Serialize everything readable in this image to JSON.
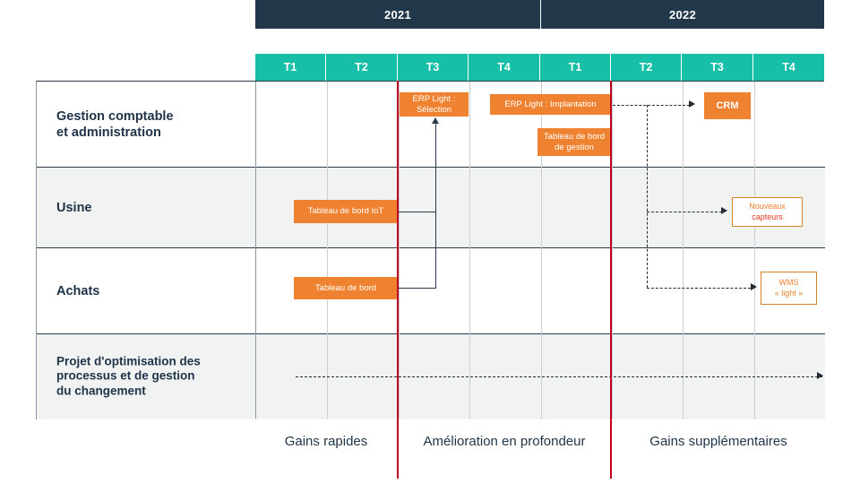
{
  "timeline": {
    "years": [
      {
        "label": "2021",
        "quarters": [
          "T1",
          "T2",
          "T3",
          "T4"
        ]
      },
      {
        "label": "2022",
        "quarters": [
          "T1",
          "T2",
          "T3",
          "T4"
        ]
      }
    ]
  },
  "rows": [
    {
      "label": "Gestion comptable\net administration"
    },
    {
      "label": "Usine"
    },
    {
      "label": "Achats"
    },
    {
      "label": "Projet d'optimisation des\nprocessus et de gestion\ndu changement"
    }
  ],
  "items": [
    {
      "label": "ERP Light :\nSélection",
      "row": 0,
      "style": "filled"
    },
    {
      "label": "ERP Light : Implantation",
      "row": 0,
      "style": "filled"
    },
    {
      "label": "Tableau de bord\nde gestion",
      "row": 0,
      "style": "filled"
    },
    {
      "label": "CRM",
      "row": 0,
      "style": "filled-bold"
    },
    {
      "label": "Tableau de bord IoT",
      "row": 1,
      "style": "filled"
    },
    {
      "label_line1": "Nouveaux",
      "label_line2": "capteurs",
      "row": 1,
      "style": "outlined"
    },
    {
      "label": "Tableau de bord",
      "row": 2,
      "style": "filled"
    },
    {
      "label_line1": "WMS",
      "label_line2": "« light »",
      "row": 2,
      "style": "outlined"
    }
  ],
  "captions": [
    "Gains rapides",
    "Amélioration en profondeur",
    "Gains supplémentaires"
  ],
  "colors": {
    "header_year": "#22384a",
    "header_quarter": "#18bfa8",
    "bar_fill": "#ef8230",
    "outline": "#d9822b",
    "accent_red": "#c00020",
    "text_dark": "#1f3348",
    "row_alt": "#f1f2f2"
  }
}
